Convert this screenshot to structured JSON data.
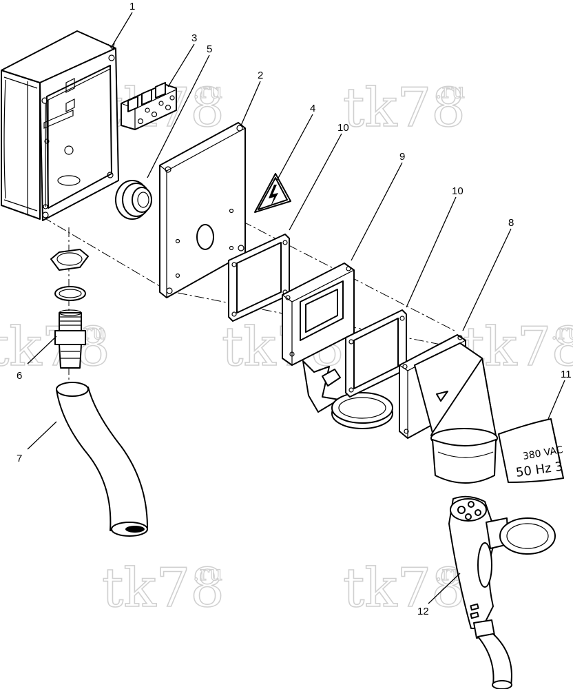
{
  "watermark": {
    "main": "tk78",
    "suffix": ".ru"
  },
  "callouts": {
    "p1": "1",
    "p2": "2",
    "p3": "3",
    "p4": "4",
    "p5": "5",
    "p6": "6",
    "p7": "7",
    "p8": "8",
    "p9": "9",
    "p10a": "10",
    "p10b": "10",
    "p11": "11",
    "p12": "12"
  },
  "voltage_label": {
    "line1": "380 VAC",
    "line2": "50 Hz 3"
  },
  "warning_symbol": "high-voltage-warning",
  "colors": {
    "line": "#000000",
    "watermark": "#d0d0d0",
    "background": "#ffffff"
  }
}
